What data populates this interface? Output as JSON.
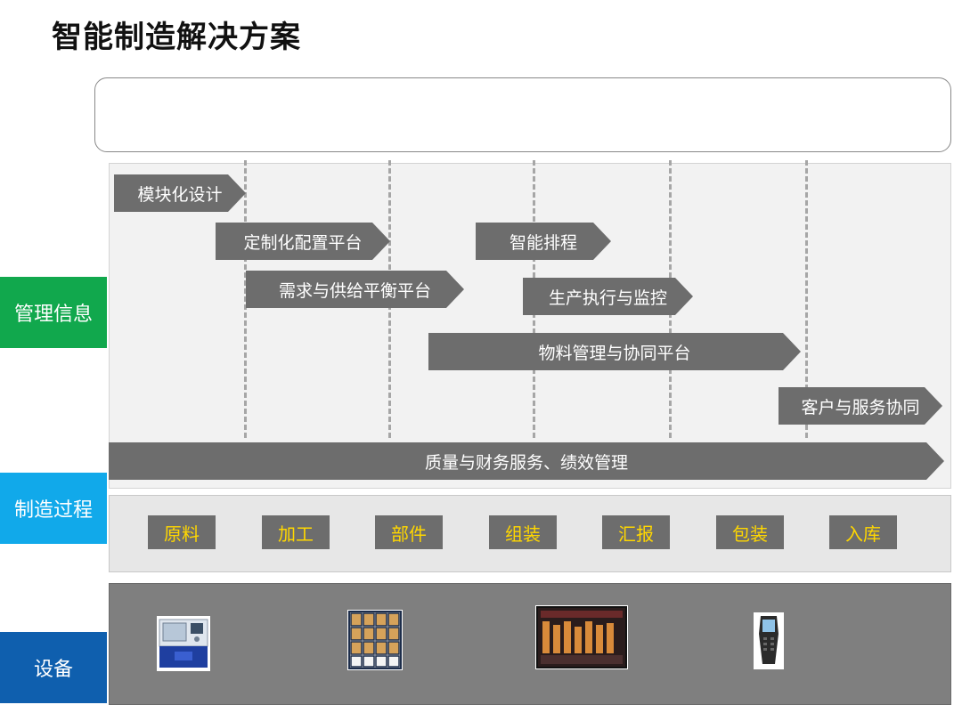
{
  "title": "智能制造解决方案",
  "side_labels": {
    "management": "管理信息",
    "process": "制造过程",
    "equipment": "设备"
  },
  "management_modules": [
    "模块化设计",
    "定制化配置平台",
    "需求与供给平衡平台",
    "智能排程",
    "生产执行与监控",
    "物料管理与协同平台",
    "客户与服务协同",
    "质量与财务服务、绩效管理"
  ],
  "process_steps": [
    "原料",
    "加工",
    "部件",
    "组装",
    "汇报",
    "包装",
    "入库"
  ],
  "equipment_icons": [
    "cnc-machine-icon",
    "storage-rack-icon",
    "monitoring-screen-icon",
    "handheld-scanner-icon"
  ],
  "colors": {
    "management_label": "#11a84d",
    "process_label": "#11a9ea",
    "equipment_label": "#0f5fae",
    "arrow_fill": "#6d6d6d",
    "step_text": "#ffd700"
  }
}
